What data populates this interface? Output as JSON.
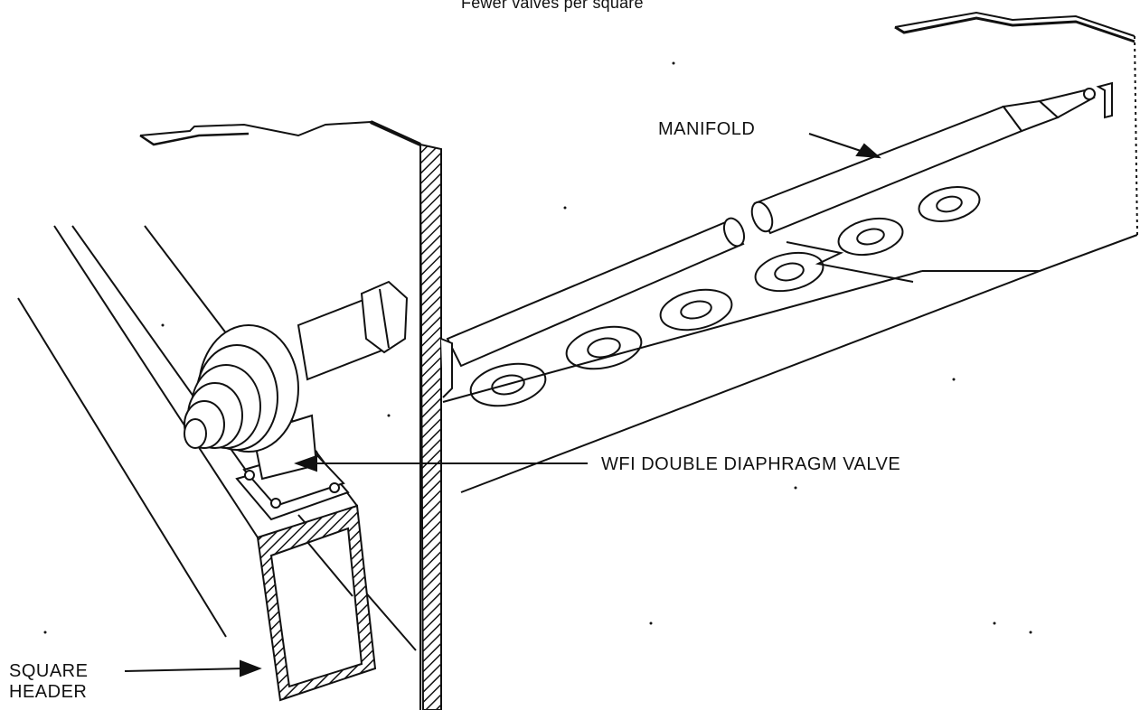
{
  "diagram": {
    "caption_top": "Fewer valves per square",
    "labels": {
      "manifold": "MANIFOLD",
      "valve": "WFI DOUBLE DIAPHRAGM VALVE",
      "header_line1": "SQUARE",
      "header_line2": "HEADER"
    },
    "colors": {
      "ink": "#111111",
      "paper": "#ffffff"
    }
  }
}
